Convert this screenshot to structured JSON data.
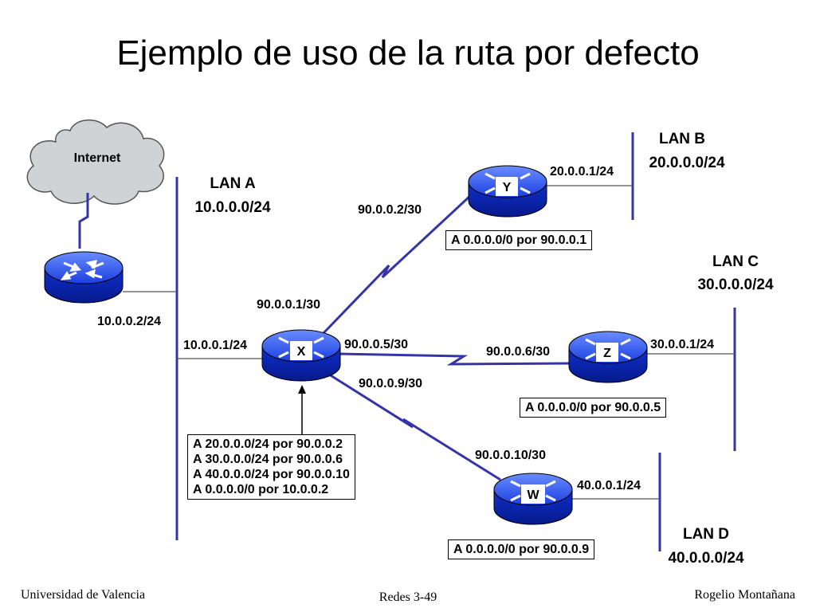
{
  "title": "Ejemplo de uso de la ruta por defecto",
  "cloud": {
    "label": "Internet"
  },
  "lans": {
    "a": {
      "name": "LAN A",
      "net": "10.0.0.0/24"
    },
    "b": {
      "name": "LAN B",
      "net": "20.0.0.0/24"
    },
    "c": {
      "name": "LAN C",
      "net": "30.0.0.0/24"
    },
    "d": {
      "name": "LAN D",
      "net": "40.0.0.0/24"
    }
  },
  "routers": {
    "border": {
      "label": ""
    },
    "x": {
      "label": "X"
    },
    "y": {
      "label": "Y"
    },
    "z": {
      "label": "Z"
    },
    "w": {
      "label": "W"
    }
  },
  "interfaces": {
    "border_lan": "10.0.0.2/24",
    "x_lan": "10.0.0.1/24",
    "x_y": "90.0.0.1/30",
    "y_x": "90.0.0.2/30",
    "y_lan": "20.0.0.1/24",
    "x_z": "90.0.0.5/30",
    "z_x": "90.0.0.6/30",
    "z_lan": "30.0.0.1/24",
    "x_w": "90.0.0.9/30",
    "w_x": "90.0.0.10/30",
    "w_lan": "40.0.0.1/24"
  },
  "routes": {
    "x": [
      "A 20.0.0.0/24 por 90.0.0.2",
      "A 30.0.0.0/24 por 90.0.0.6",
      "A 40.0.0.0/24 por 90.0.0.10",
      "A 0.0.0.0/0 por 10.0.0.2"
    ],
    "y": "A 0.0.0.0/0 por 90.0.0.1",
    "z": "A 0.0.0.0/0 por 90.0.0.5",
    "w": "A 0.0.0.0/0 por 90.0.0.9"
  },
  "footer": {
    "left": "Universidad de Valencia",
    "center": "Redes 3-49",
    "right": "Rogelio Montañana"
  },
  "colors": {
    "link": "#3333aa",
    "router": "#0000ff",
    "cloud": "#cfd3d6"
  }
}
